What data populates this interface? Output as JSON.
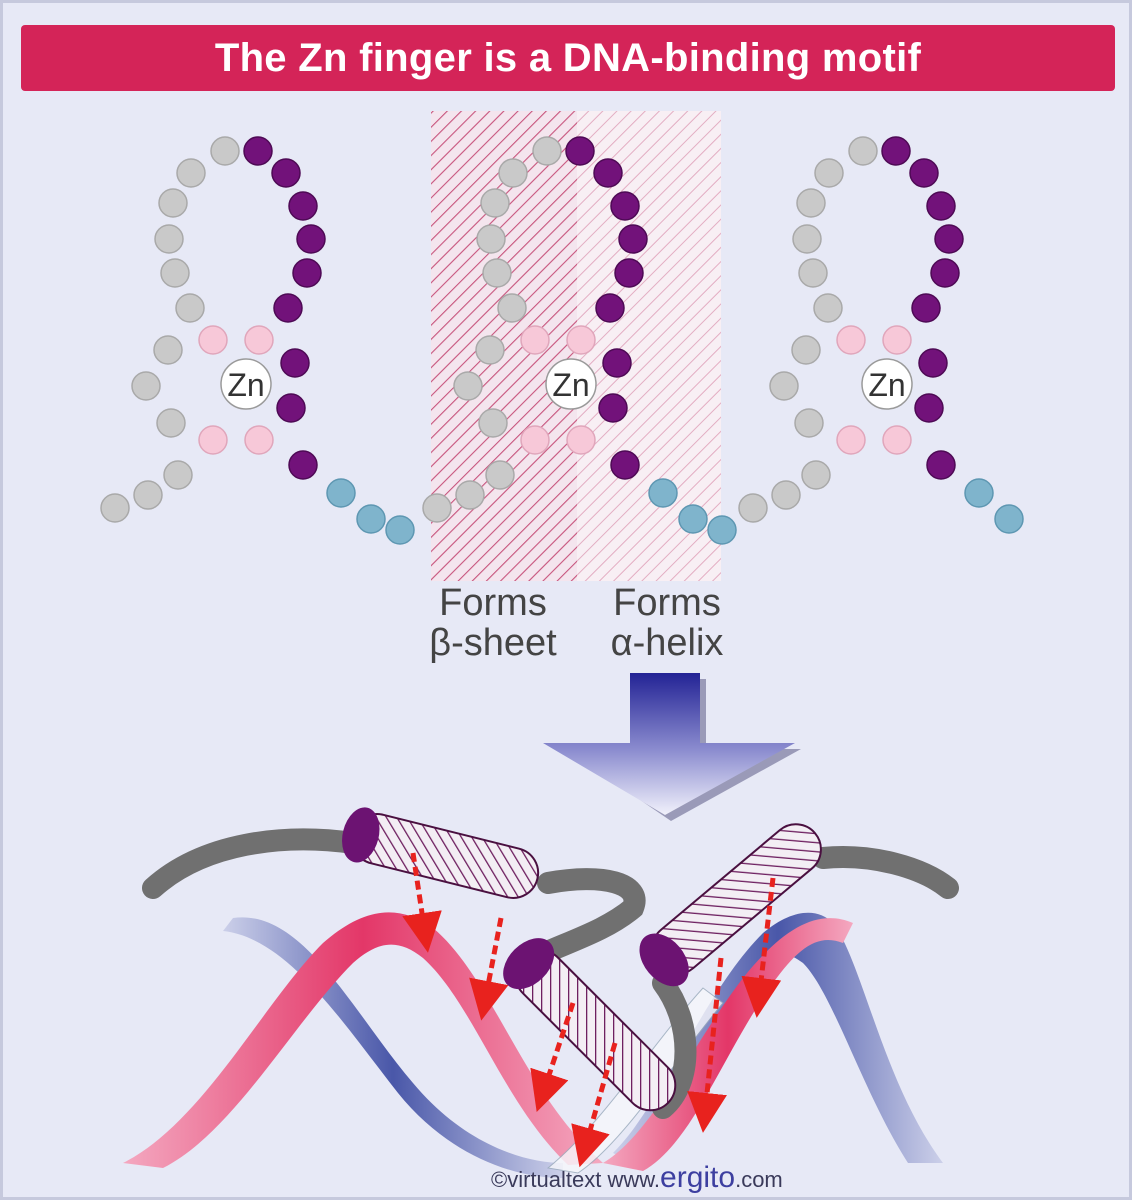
{
  "title": "The Zn finger is a DNA-binding motif",
  "labels": {
    "zinc": "Zn",
    "beta_line1": "Forms",
    "beta_line2": "β-sheet",
    "alpha_line1": "Forms",
    "alpha_line2": "α-helix"
  },
  "credit": {
    "prefix": "©virtualtext  www.",
    "brand": "ergito",
    "suffix": ".com"
  },
  "colors": {
    "title_bg": "#d42458",
    "background": "#e7e9f6",
    "gray_residue": "#c9c9c9",
    "purple_residue": "#72127a",
    "pink_residue": "#f7c8d8",
    "blue_residue": "#7fb4cc",
    "dna_pink": "#e63a6e",
    "dna_blue": "#3a4aa0",
    "arrow_red": "#e8221e"
  }
}
